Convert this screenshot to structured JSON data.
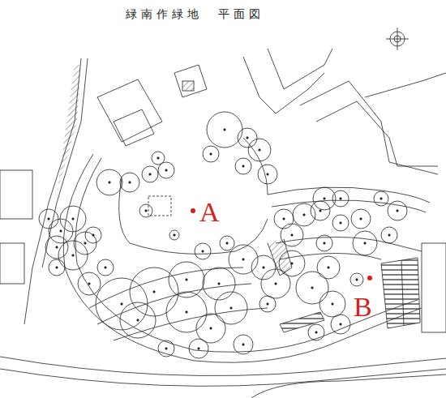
{
  "diagram": {
    "title": "緑南作緑地　平面図",
    "labels": [
      "A",
      "B"
    ]
  }
}
